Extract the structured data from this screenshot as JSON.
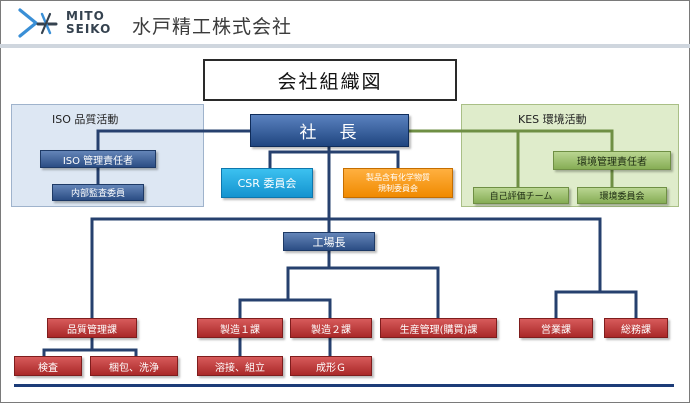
{
  "header": {
    "logo_line1": "MITO",
    "logo_line2": "SEIKO",
    "company_name": "水戸精工株式会社"
  },
  "title": "会社組織図",
  "iso_panel": {
    "title": "ISO 品質活動",
    "manager": "ISO 管理責任者",
    "audit": "内部監査委員"
  },
  "kes_panel": {
    "title": "KES 環境活動",
    "manager": "環境管理責任者",
    "self_eval": "自己評価チーム",
    "committee": "環境委員会"
  },
  "president": "社　長",
  "csr": "CSR 委員会",
  "chemical": {
    "line1": "製品含有化学物質",
    "line2": "規制委員会"
  },
  "factory_manager": "工場長",
  "departments": {
    "quality": "品質管理課",
    "manufacturing1": "製造１課",
    "manufacturing2": "製造２課",
    "production": "生産管理(購買)課",
    "sales": "営業課",
    "general": "総務課"
  },
  "sections": {
    "inspection": "検査",
    "packing": "梱包、洗浄",
    "welding": "溶接、組立",
    "forming": "成形Ｇ"
  },
  "colors": {
    "navy": "#2b4d84",
    "red": "#a92828",
    "green": "#86ad55",
    "cyan": "#1493cf",
    "orange": "#f08a00"
  }
}
